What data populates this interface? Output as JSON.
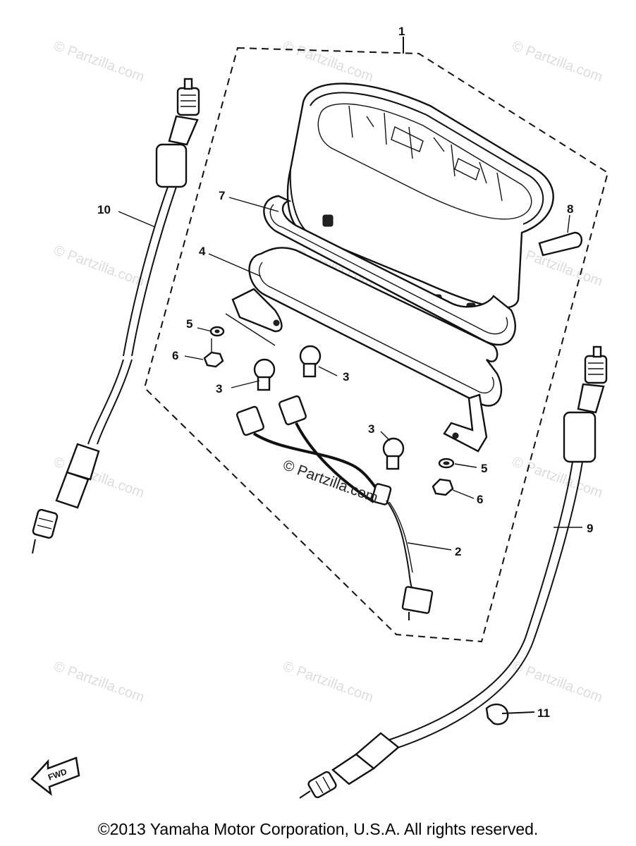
{
  "callouts": {
    "p1": "1",
    "p2": "2",
    "p3a": "3",
    "p3b": "3",
    "p3c": "3",
    "p4": "4",
    "p5a": "5",
    "p5b": "5",
    "p6a": "6",
    "p6b": "6",
    "p7": "7",
    "p8": "8",
    "p9": "9",
    "p10": "10",
    "p11": "11"
  },
  "fwd_label": "FWD",
  "watermark": "© Partzilla.com",
  "copyright": "©2013  Yamaha Motor Corporation, U.S.A. All rights reserved."
}
